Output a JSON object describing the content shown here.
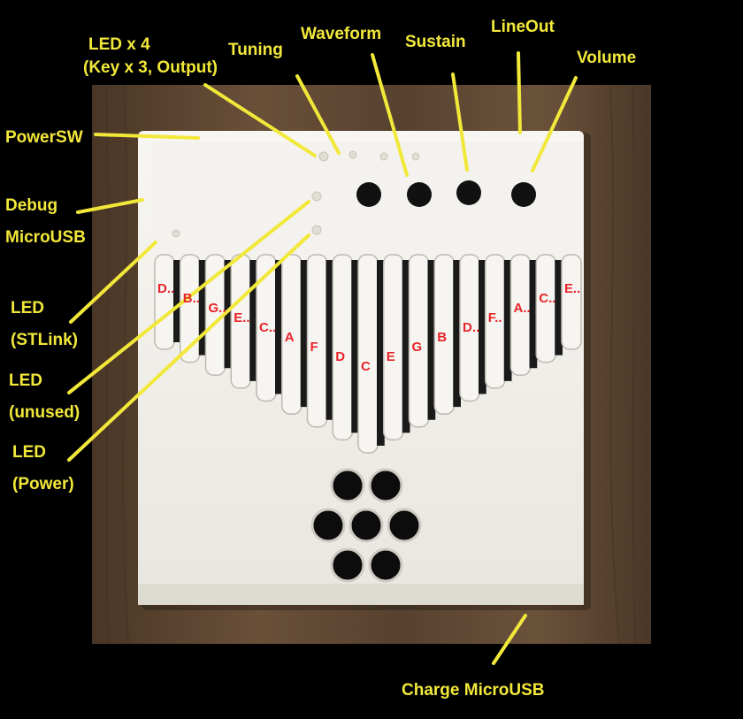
{
  "labels": {
    "led_x4_line1": "LED x 4",
    "led_x4_line2": "(Key x 3, Output)",
    "tuning": "Tuning",
    "waveform": "Waveform",
    "sustain": "Sustain",
    "lineout": "LineOut",
    "volume": "Volume",
    "powersw": "PowerSW",
    "debug_line1": "Debug",
    "debug_line2": "MicroUSB",
    "led_stlink_line1": "LED",
    "led_stlink_line2": "(STLink)",
    "led_unused_line1": "LED",
    "led_unused_line2": "(unused)",
    "led_power_line1": "LED",
    "led_power_line2": "(Power)",
    "charge": "Charge MicroUSB"
  },
  "keys": [
    "D..",
    "B..",
    "G..",
    "E..",
    "C..",
    "A",
    "F",
    "D",
    "C",
    "E",
    "G",
    "B",
    "D..",
    "F..",
    "A..",
    "C..",
    "E.."
  ],
  "colors": {
    "background": "#000000",
    "table_wood": "#5b4431",
    "device_body": "#f3f1ec",
    "annotation": "#f2e83a",
    "key_note": "#e8232a",
    "knob": "#111111"
  }
}
